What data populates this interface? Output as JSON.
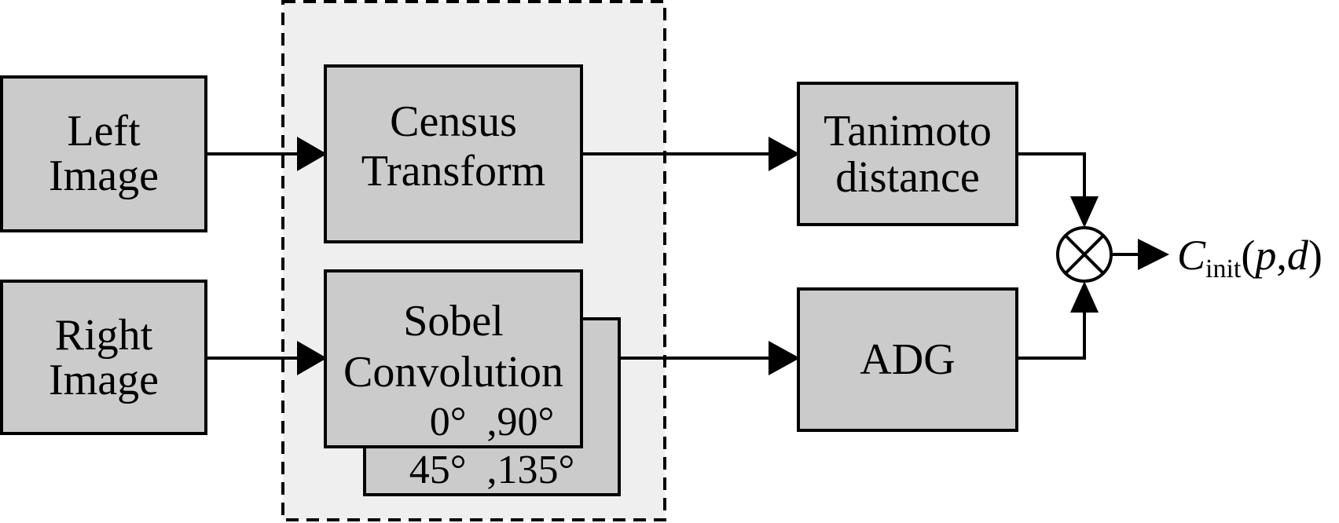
{
  "nodes": {
    "left_image": {
      "line1": "Left",
      "line2": "Image"
    },
    "right_image": {
      "line1": "Right",
      "line2": "Image"
    },
    "census": {
      "line1": "Census",
      "line2": "Transform"
    },
    "sobel": {
      "line1": "Sobel",
      "line2": "Convolution",
      "angles_front": "0°  ,90°",
      "angles_back": "45°  ,135°"
    },
    "tanimoto": {
      "line1": "Tanimoto",
      "line2": "distance"
    },
    "adg": {
      "label": "ADG"
    },
    "multiply": {
      "symbol": "⊗"
    },
    "output": {
      "main": "C",
      "sub": "init",
      "args_open": "(",
      "arg_p": "p",
      "comma": ",",
      "arg_d": "d",
      "args_close": ")"
    }
  }
}
